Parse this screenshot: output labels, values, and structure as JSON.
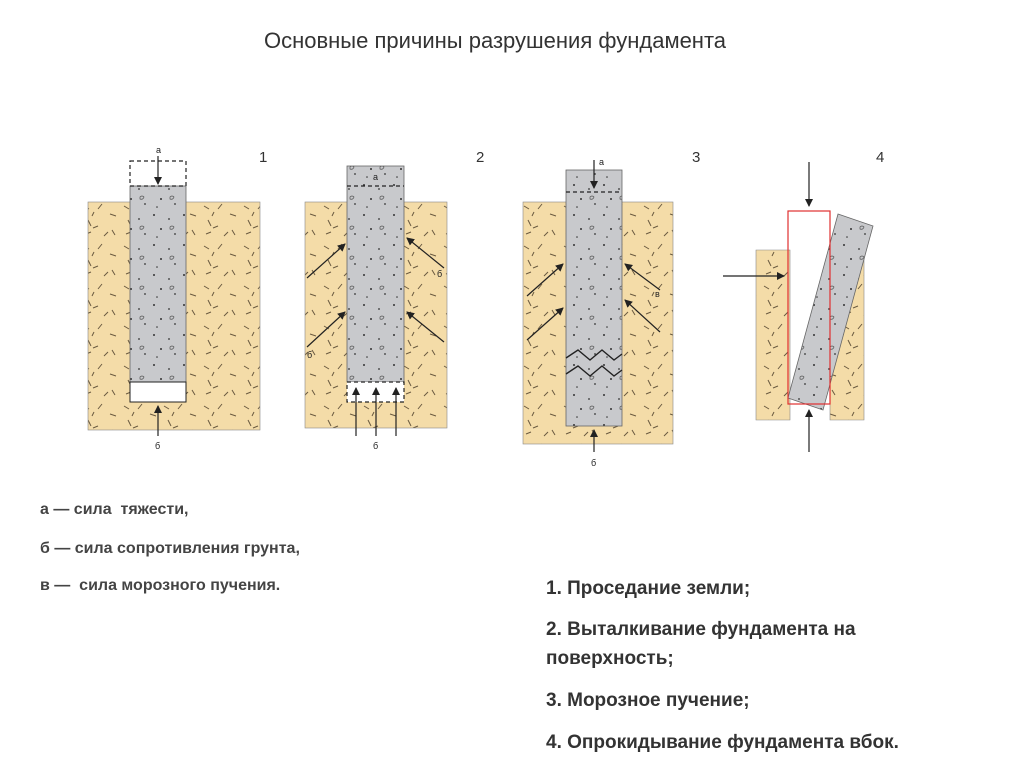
{
  "title": "Основные причины разрушения фундамента",
  "figures": [
    {
      "number": "1",
      "label_top": "а",
      "label_bottom": "б"
    },
    {
      "number": "2",
      "label_top": "а",
      "label_side": "б",
      "label_bottom": "б"
    },
    {
      "number": "3",
      "label_top": "а",
      "label_side": "в",
      "label_bottom": "б"
    },
    {
      "number": "4"
    }
  ],
  "legend": [
    "а — сила  тяжести,",
    "б — сила сопротивления грунта,",
    "в —  сила морозного пучения."
  ],
  "causes": [
    "1. Проседание земли;",
    "2. Выталкивание фундамента на поверхность;",
    "3. Морозное пучение;",
    "4. Опрокидывание фундамента вбок."
  ],
  "colors": {
    "soil": "#f4dca8",
    "concrete": "#c8c9cc",
    "red_outline": "#e03030"
  }
}
